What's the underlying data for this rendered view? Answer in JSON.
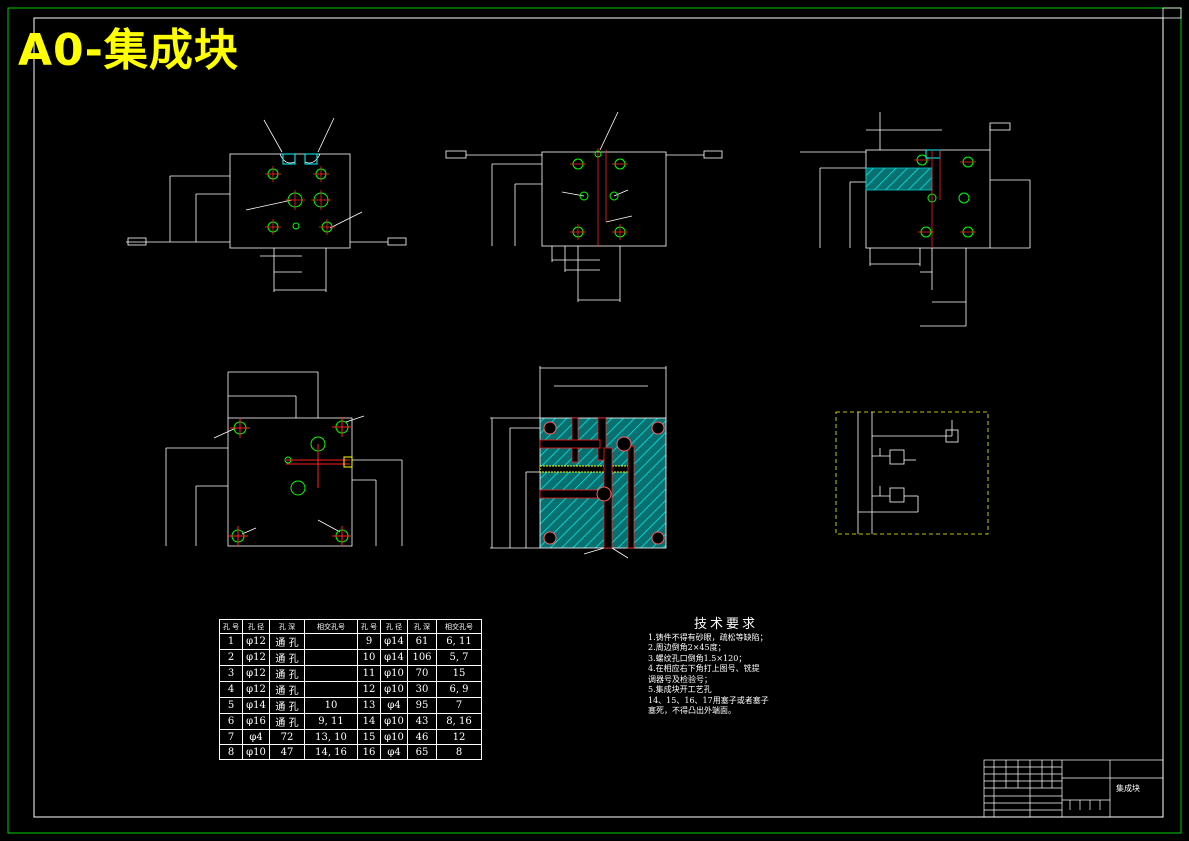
{
  "drawing_title": "A0-集成块",
  "hole_table": {
    "headers": [
      "孔 号",
      "孔 径",
      "孔 深",
      "相交孔号",
      "孔 号",
      "孔 径",
      "孔 深",
      "相交孔号"
    ],
    "rows": [
      [
        "1",
        "φ12",
        "通 孔",
        "",
        "9",
        "φ14",
        "61",
        "6, 11"
      ],
      [
        "2",
        "φ12",
        "通 孔",
        "",
        "10",
        "φ14",
        "106",
        "5, 7"
      ],
      [
        "3",
        "φ12",
        "通 孔",
        "",
        "11",
        "φ10",
        "70",
        "15"
      ],
      [
        "4",
        "φ12",
        "通 孔",
        "",
        "12",
        "φ10",
        "30",
        "6, 9"
      ],
      [
        "5",
        "φ14",
        "通 孔",
        "10",
        "13",
        "φ4",
        "95",
        "7"
      ],
      [
        "6",
        "φ16",
        "通 孔",
        "9, 11",
        "14",
        "φ10",
        "43",
        "8, 16"
      ],
      [
        "7",
        "φ4",
        "72",
        "13, 10",
        "15",
        "φ10",
        "46",
        "12"
      ],
      [
        "8",
        "φ10",
        "47",
        "14, 16",
        "16",
        "φ4",
        "65",
        "8"
      ]
    ]
  },
  "technical_requirements": {
    "title": "技术要求",
    "lines": [
      "1.铸件不得有砂眼，疏松等缺陷；",
      "2.周边倒角2×45度；",
      "3.螺纹孔口倒角1.5×120；",
      "4.在相应右下角打上图号、铣提",
      "调器号及检验号；",
      "5.集成块开工艺孔",
      "14、15、16、17用塞子或者塞子",
      "塞死，不得凸出外端面。"
    ]
  },
  "title_block": {
    "part_name": "集成块"
  },
  "colors": {
    "sheet_border": "#00cc00",
    "title": "#ffff00",
    "hatch": "#00b0b0",
    "centerline": "#ff2020",
    "hydraulic_frame": "#ffff00",
    "hole_circle": "#00ff00"
  }
}
